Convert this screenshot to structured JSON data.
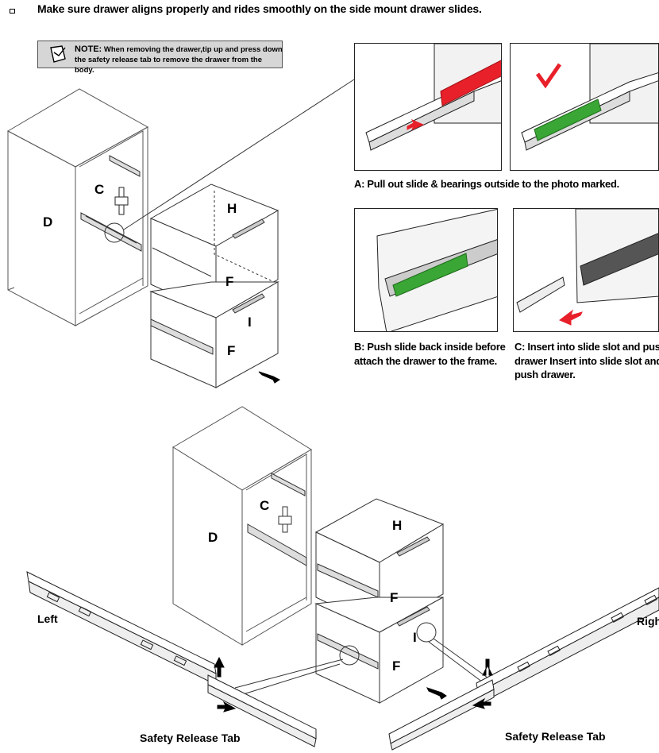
{
  "instruction": "Make sure drawer aligns properly and rides smoothly on the side mount drawer slides.",
  "note": {
    "heading": "NOTE:",
    "line1": "When removing the drawer,tip up and press down",
    "line2": "the safety release tab to remove the drawer from the body."
  },
  "captions": {
    "a": "A: Pull out slide & bearings outside to the photo marked.",
    "b_line1": "B: Push slide back inside before",
    "b_line2": "attach the drawer to the frame.",
    "c_line1": "C: Insert into slide slot and push",
    "c_line2": "drawer Insert into slide slot and",
    "c_line3": "push drawer."
  },
  "part_labels": {
    "D": "D",
    "C": "C",
    "H": "H",
    "F": "F",
    "I": "I"
  },
  "sides": {
    "left": "Left",
    "right": "Right"
  },
  "safety_tab": "Safety Release Tab",
  "colors": {
    "red": "#e8202a",
    "green": "#3aa635",
    "note_bg": "#d6d6d6"
  }
}
